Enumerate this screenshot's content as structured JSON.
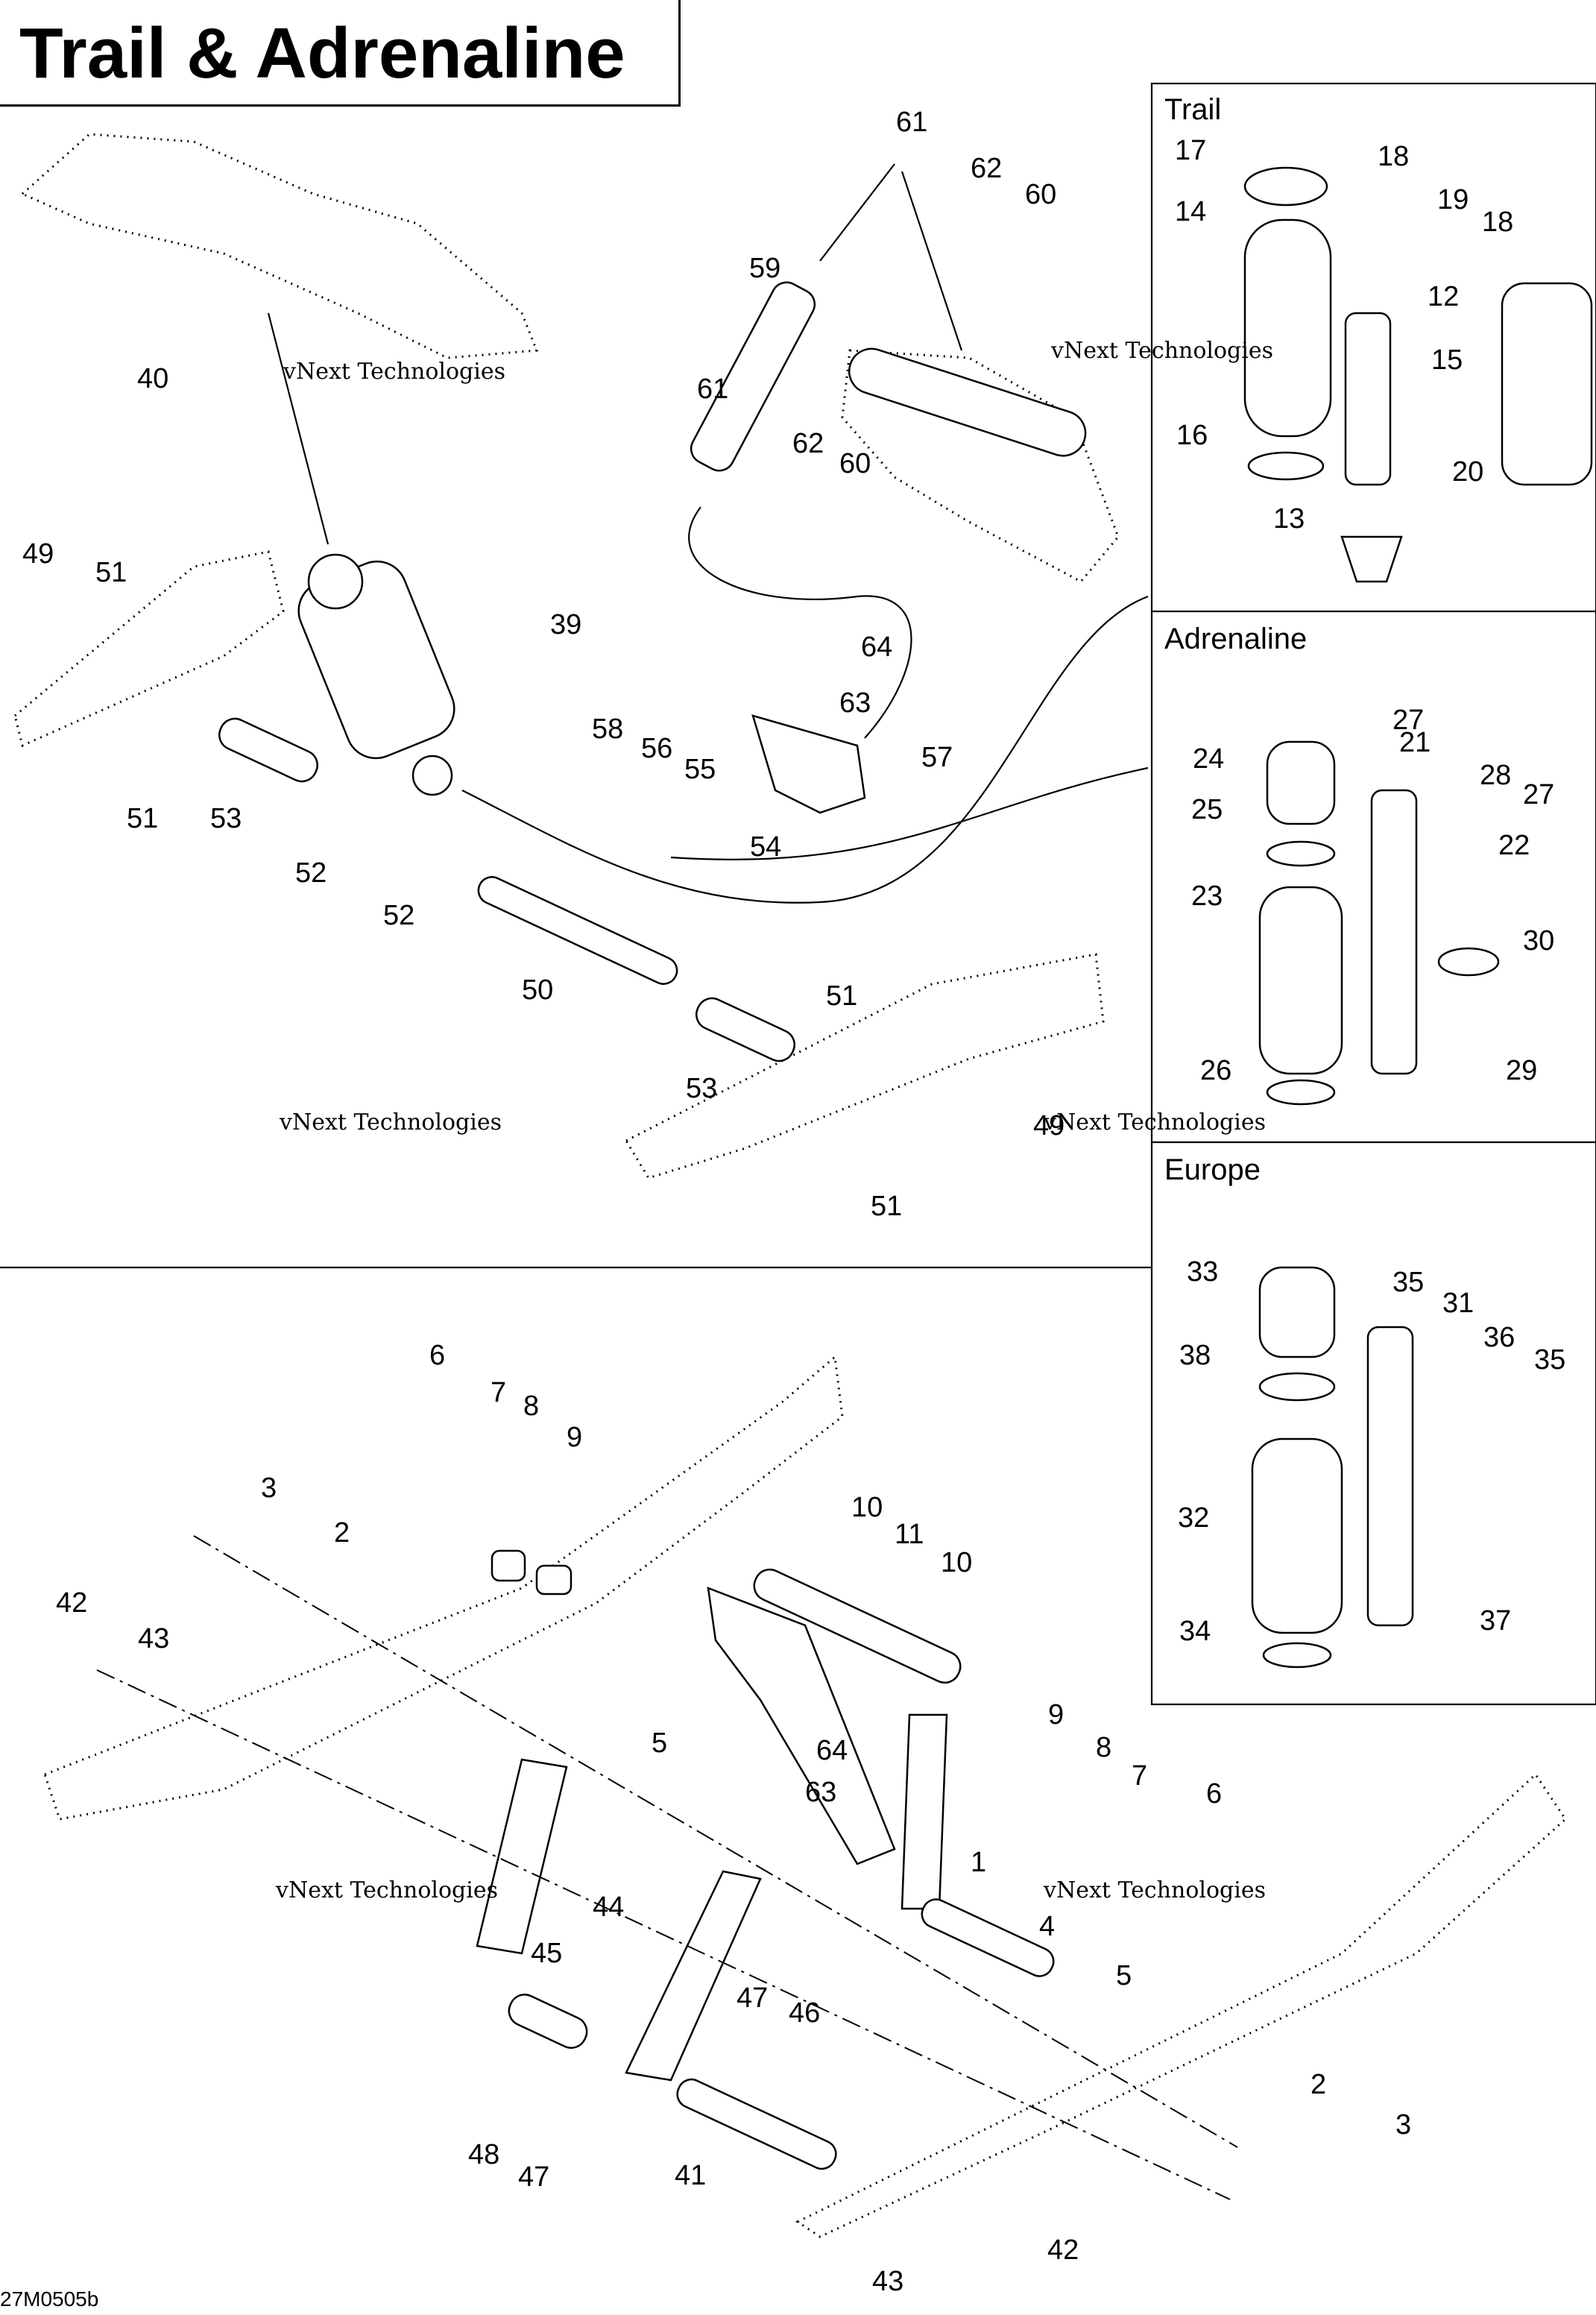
{
  "title": "Trail & Adrenaline",
  "diagram_code": "27M0505b",
  "watermark": {
    "line1": "vNext",
    "line2": "Technologies",
    "combined": "vNext Technologies"
  },
  "variant_panels": {
    "trail": "Trail",
    "adrenaline": "Adrenaline",
    "europe": "Europe"
  },
  "callouts": [
    "61",
    "62",
    "60",
    "59",
    "61",
    "62",
    "60",
    "40",
    "49",
    "51",
    "39",
    "64",
    "63",
    "58",
    "56",
    "55",
    "57",
    "54",
    "51",
    "53",
    "52",
    "52",
    "50",
    "51",
    "53",
    "49",
    "51",
    "17",
    "18",
    "14",
    "19",
    "18",
    "12",
    "15",
    "16",
    "20",
    "13",
    "27",
    "24",
    "21",
    "28",
    "27",
    "25",
    "22",
    "23",
    "30",
    "26",
    "29",
    "33",
    "35",
    "31",
    "38",
    "36",
    "35",
    "32",
    "34",
    "37",
    "6",
    "7",
    "8",
    "9",
    "3",
    "2",
    "42",
    "43",
    "10",
    "11",
    "10",
    "5",
    "64",
    "63",
    "9",
    "8",
    "7",
    "6",
    "1",
    "44",
    "45",
    "4",
    "5",
    "47",
    "46",
    "2",
    "48",
    "47",
    "41",
    "3",
    "42",
    "43"
  ]
}
